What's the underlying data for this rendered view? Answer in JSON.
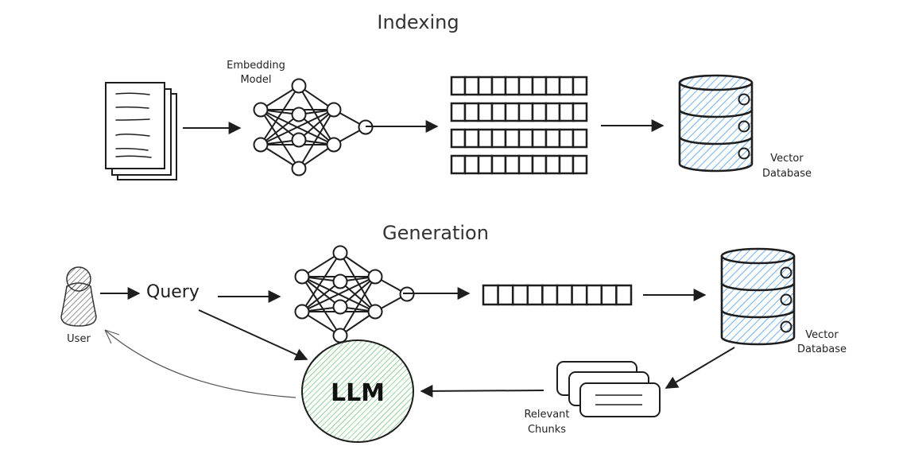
{
  "indexing": {
    "title": "Indexing",
    "embedding_label_line1": "Embedding",
    "embedding_label_line2": "Model",
    "vector_db_label_line1": "Vector",
    "vector_db_label_line2": "Database",
    "embedding_rows": 4,
    "cells_per_row": 10
  },
  "generation": {
    "title": "Generation",
    "user_label": "User",
    "query_label": "Query",
    "llm_label": "LLM",
    "vector_db_label_line1": "Vector",
    "vector_db_label_line2": "Database",
    "chunks_label_line1": "Relevant",
    "chunks_label_line2": "Chunks",
    "cells_per_row": 10
  },
  "colors": {
    "database_hatch": "#4a9be8",
    "llm_hatch": "#40b04a",
    "user_hatch": "#555555",
    "stroke": "#1e1e1e"
  }
}
